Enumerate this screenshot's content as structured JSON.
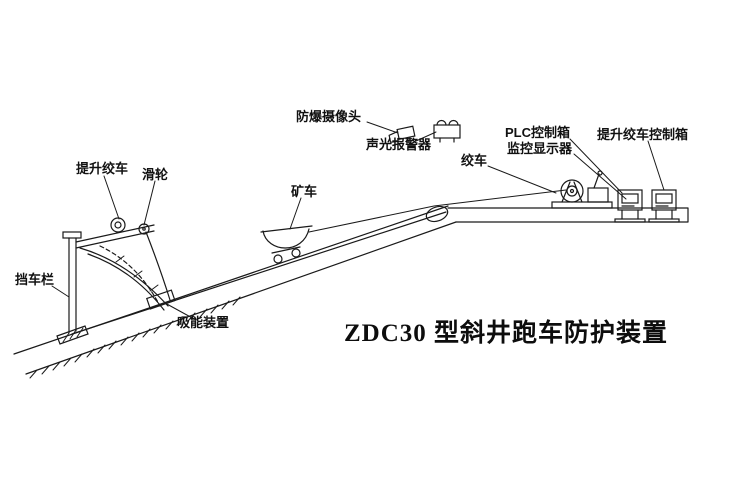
{
  "diagram": {
    "title": "ZDC30 型斜井跑车防护装置",
    "labels": {
      "camera": "防爆摄像头",
      "alarm": "声光报警器",
      "plc_box": "PLC控制箱",
      "monitor": "监控显示器",
      "hoist_winch_control_box": "提升绞车控制箱",
      "winch": "绞车",
      "hoist_winch": "提升绞车",
      "pulley": "滑轮",
      "mine_car": "矿车",
      "car_barrier": "挡车栏",
      "energy_absorber": "吸能装置"
    },
    "colors": {
      "ink": "#1a1a1a",
      "background": "#ffffff"
    }
  }
}
